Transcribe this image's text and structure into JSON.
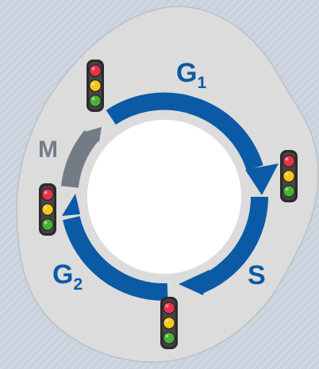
{
  "colors": {
    "blob": "#dcdcdc",
    "blob_edge": "#b9c1ca",
    "arrow_blue": "#0b5aa6",
    "arrow_gray": "#737c85",
    "center": "#ffffff",
    "traffic_red": "#e8334a",
    "traffic_yellow": "#f7c51c",
    "traffic_green": "#4cae3a",
    "traffic_housing": "#2b2b2b"
  },
  "labels": {
    "g1": {
      "main": "G",
      "sub": "1"
    },
    "s": "S",
    "g2": {
      "main": "G",
      "sub": "2"
    },
    "m": "M"
  },
  "icons": {
    "traffic_light": "traffic-light-icon",
    "arrow": "curved-arrow-icon"
  }
}
